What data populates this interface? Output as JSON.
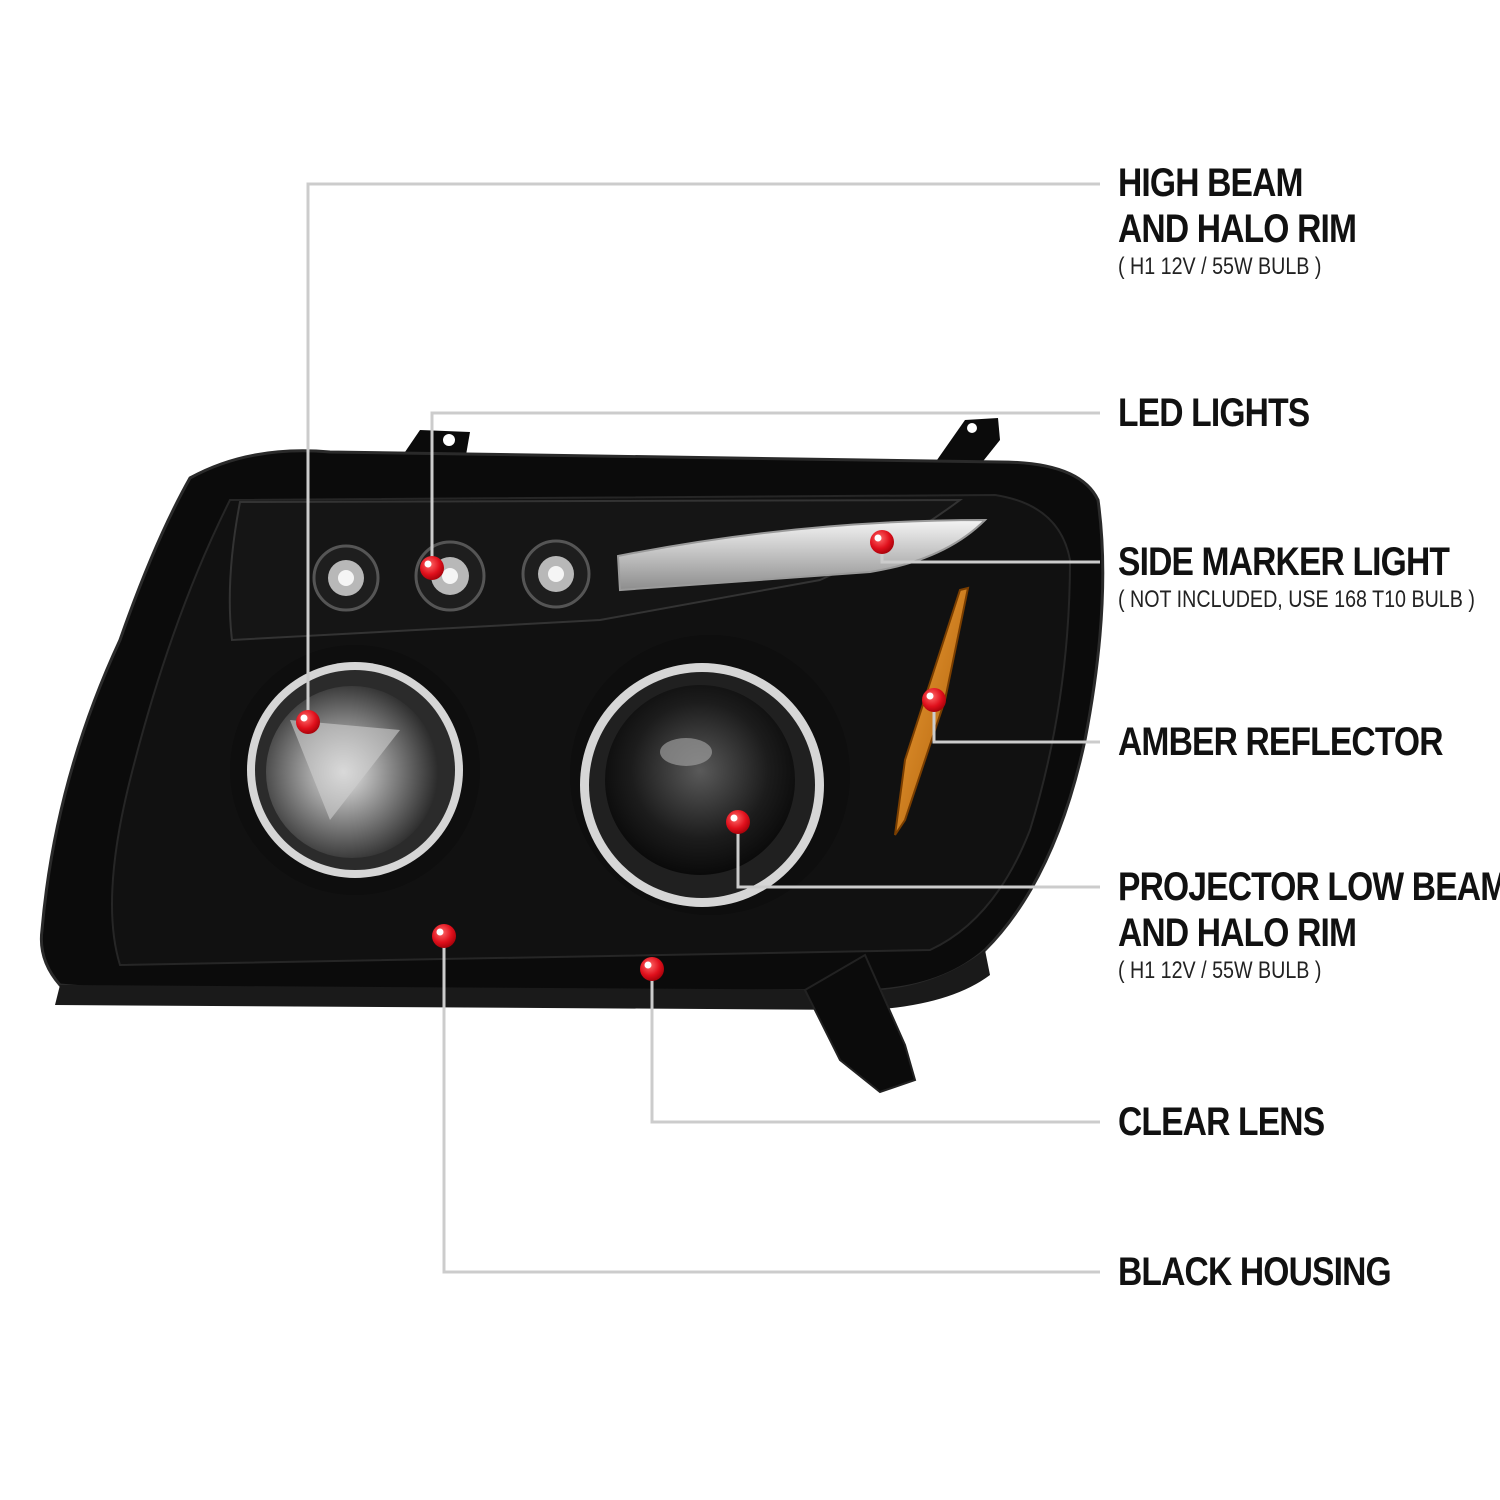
{
  "diagram": {
    "callouts": [
      {
        "id": "high-beam",
        "lines": [
          "HIGH BEAM",
          "AND HALO RIM"
        ],
        "sub": "( H1  12V / 55W  BULB )"
      },
      {
        "id": "led-lights",
        "lines": [
          "LED LIGHTS"
        ],
        "sub": ""
      },
      {
        "id": "side-marker",
        "lines": [
          "SIDE MARKER LIGHT"
        ],
        "sub": "( NOT INCLUDED, USE  168 T10  BULB )"
      },
      {
        "id": "amber-reflector",
        "lines": [
          "AMBER REFLECTOR"
        ],
        "sub": ""
      },
      {
        "id": "projector-low-beam",
        "lines": [
          "PROJECTOR LOW BEAM",
          "AND HALO RIM"
        ],
        "sub": "( H1  12V / 55W  BULB )"
      },
      {
        "id": "clear-lens",
        "lines": [
          "CLEAR LENS"
        ],
        "sub": ""
      },
      {
        "id": "black-housing",
        "lines": [
          "BLACK HOUSING"
        ],
        "sub": ""
      }
    ]
  },
  "colors": {
    "marker": "#e0101c",
    "leader": "#cccccc",
    "housing": "#0b0b0b",
    "chrome": "#c9c9c9",
    "amber": "#d97a10"
  }
}
